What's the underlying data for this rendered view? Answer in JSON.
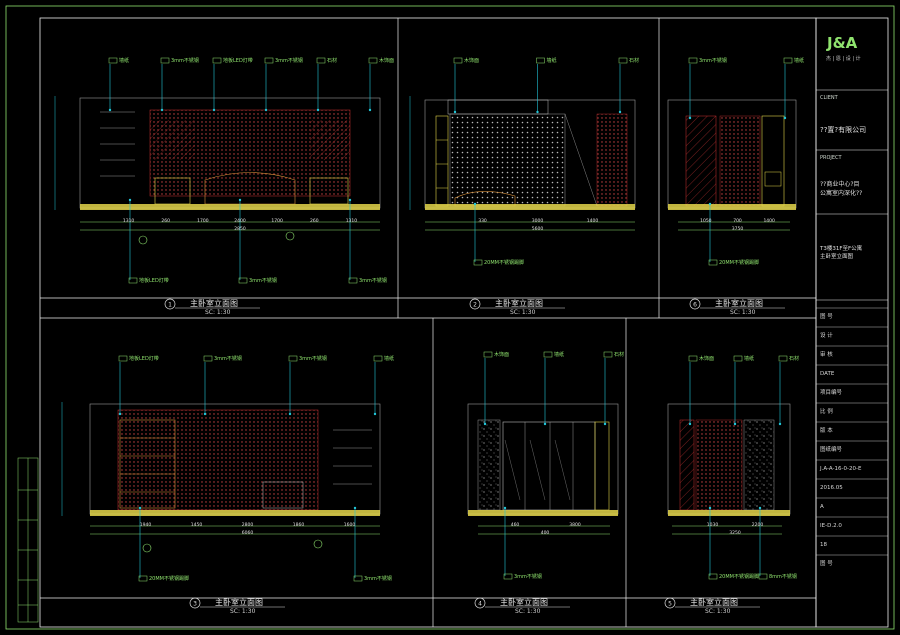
{
  "colors": {
    "frame": "#ffffff",
    "green": "#8fe36e",
    "cyan": "#22c7d9",
    "red": "#d83a3a",
    "yellow": "#e3d54a",
    "grey": "#9a9a9a",
    "orange": "#d8903a"
  },
  "title_block": {
    "logo": "J&A",
    "logo_sub": "杰 | 恩 | 设 | 计",
    "client_label": "CLIENT",
    "client_name": "??置?有限公司",
    "project_label": "PROJECT",
    "project_name": "??商业中心?目 公寓室内深化??",
    "drawing_title": "T3楼31F至F公寓 主卧室立面图",
    "rows": [
      "图 号",
      "设 计",
      "审 核",
      "DATE",
      "项目编号",
      "比 例",
      "版 本",
      "图纸编号",
      "J.A-A-16-0-20-E",
      "2016.05",
      "A",
      "IE-D.2.0",
      "18",
      "图 号"
    ]
  },
  "views": [
    {
      "num": "1",
      "title": "主卧室立面图",
      "scale": "SC: 1:30",
      "labels_top": [
        "墙纸",
        "3mm不锈钢",
        "地板LED灯带",
        "3mm不锈钢",
        "石材",
        "木饰面"
      ],
      "labels_bottom": [
        "地板LED灯带",
        "3mm不锈钢",
        "3mm不锈钢"
      ],
      "dims": [
        "1310",
        "260",
        "1700",
        "2400",
        "1700",
        "260",
        "1310",
        "2850"
      ]
    },
    {
      "num": "2",
      "title": "主卧室立面图",
      "scale": "SC: 1:30",
      "labels_top": [
        "木饰面",
        "墙纸",
        "石材"
      ],
      "labels_bottom": [
        "20MM不锈钢踢脚"
      ],
      "dims": [
        "330",
        "3000",
        "1400",
        "5600"
      ]
    },
    {
      "num": "6",
      "title": "主卧室立面图",
      "scale": "SC: 1:30",
      "labels_top": [
        "3mm不锈钢",
        "墙纸"
      ],
      "labels_bottom": [
        "20MM不锈钢踢脚"
      ],
      "dims": [
        "1050",
        "700",
        "1400",
        "3750"
      ]
    },
    {
      "num": "3",
      "title": "主卧室立面图",
      "scale": "SC: 1:30",
      "labels_top": [
        "地板LED灯带",
        "3mm不锈钢",
        "3mm不锈钢",
        "墙纸"
      ],
      "labels_bottom": [
        "20MM不锈钢踢脚",
        "3mm不锈钢"
      ],
      "dims": [
        "1940",
        "1450",
        "2800",
        "1860",
        "1600",
        "6060"
      ]
    },
    {
      "num": "4",
      "title": "主卧室立面图",
      "scale": "SC: 1:30",
      "labels_top": [
        "木饰面",
        "墙纸",
        "石材"
      ],
      "labels_bottom": [
        "3mm不锈钢"
      ],
      "dims": [
        "460",
        "3800",
        "400"
      ]
    },
    {
      "num": "5",
      "title": "主卧室立面图",
      "scale": "SC: 1:30",
      "labels_top": [
        "木饰面",
        "墙纸",
        "石材"
      ],
      "labels_bottom": [
        "20MM不锈钢踢脚",
        "8mm不锈钢"
      ],
      "dims": [
        "1030",
        "2200",
        "3250"
      ]
    }
  ]
}
